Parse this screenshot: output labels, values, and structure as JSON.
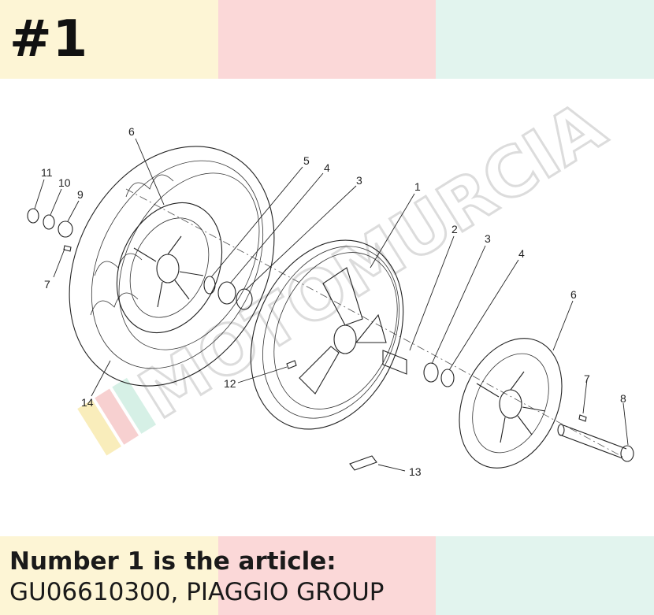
{
  "header": {
    "title": "#1"
  },
  "colors": {
    "band_yellow": "#fdf5d5",
    "band_pink": "#fbd8d8",
    "band_mint": "#e2f4ee",
    "watermark_gray": "#d6d6d6"
  },
  "watermark": {
    "text": "MOTOMURCIA"
  },
  "callouts": [
    {
      "id": "11",
      "label": "11"
    },
    {
      "id": "10",
      "label": "10"
    },
    {
      "id": "9",
      "label": "9"
    },
    {
      "id": "7a",
      "label": "7"
    },
    {
      "id": "6a",
      "label": "6"
    },
    {
      "id": "14",
      "label": "14"
    },
    {
      "id": "5",
      "label": "5"
    },
    {
      "id": "4a",
      "label": "4"
    },
    {
      "id": "3a",
      "label": "3"
    },
    {
      "id": "1",
      "label": "1"
    },
    {
      "id": "2",
      "label": "2"
    },
    {
      "id": "3b",
      "label": "3"
    },
    {
      "id": "4b",
      "label": "4"
    },
    {
      "id": "6b",
      "label": "6"
    },
    {
      "id": "7b",
      "label": "7"
    },
    {
      "id": "8",
      "label": "8"
    },
    {
      "id": "12",
      "label": "12"
    },
    {
      "id": "13",
      "label": "13"
    }
  ],
  "caption": {
    "line1": "Number 1 is the article:",
    "line2": "GU06610300, PIAGGIO GROUP"
  }
}
